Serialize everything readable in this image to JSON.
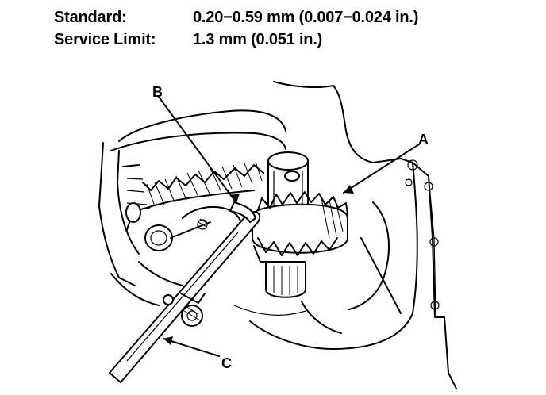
{
  "specs": [
    {
      "label": "Standard:",
      "value": "0.20−0.59 mm (0.007−0.024 in.)"
    },
    {
      "label": "Service Limit:",
      "value": "1.3 mm (0.051 in.)"
    }
  ],
  "callouts": {
    "a": "A",
    "b": "B",
    "c": "C"
  }
}
